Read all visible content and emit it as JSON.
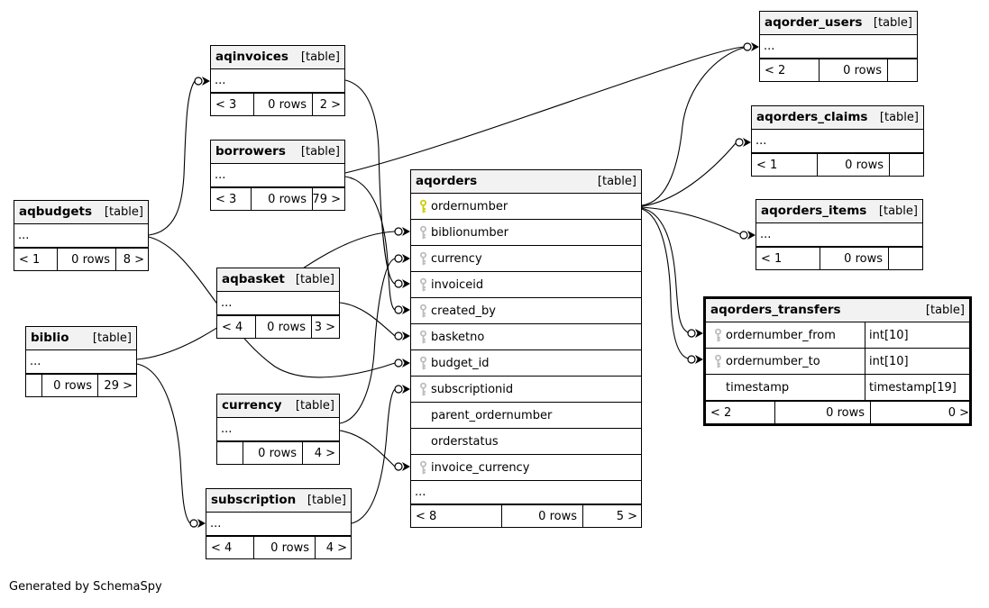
{
  "footer_note": "Generated by SchemaSpy",
  "colors": {
    "pk_key": "#cccc00",
    "fk_key": "#bcbcbc",
    "header_bg": "#f2f2f2",
    "border": "#000000",
    "line": "#000000",
    "bg": "#ffffff"
  },
  "tables": [
    {
      "id": "aqinvoices",
      "name": "aqinvoices",
      "tag": "[table]",
      "rows": [
        {
          "label": "...",
          "icon": "none"
        }
      ],
      "footer": [
        "< 3",
        "0 rows",
        "2 >"
      ],
      "emphasized": false
    },
    {
      "id": "borrowers",
      "name": "borrowers",
      "tag": "[table]",
      "rows": [
        {
          "label": "...",
          "icon": "none"
        }
      ],
      "footer": [
        "< 3",
        "0 rows",
        "79 >"
      ],
      "emphasized": false
    },
    {
      "id": "aqbudgets",
      "name": "aqbudgets",
      "tag": "[table]",
      "rows": [
        {
          "label": "...",
          "icon": "none"
        }
      ],
      "footer": [
        "< 1",
        "0 rows",
        "8 >"
      ],
      "emphasized": false
    },
    {
      "id": "aqbasket",
      "name": "aqbasket",
      "tag": "[table]",
      "rows": [
        {
          "label": "...",
          "icon": "none"
        }
      ],
      "footer": [
        "< 4",
        "0 rows",
        "3 >"
      ],
      "emphasized": false
    },
    {
      "id": "biblio",
      "name": "biblio",
      "tag": "[table]",
      "rows": [
        {
          "label": "...",
          "icon": "none"
        }
      ],
      "footer": [
        "",
        "0 rows",
        "29 >"
      ],
      "emphasized": false
    },
    {
      "id": "currency",
      "name": "currency",
      "tag": "[table]",
      "rows": [
        {
          "label": "...",
          "icon": "none"
        }
      ],
      "footer": [
        "",
        "0 rows",
        "4 >"
      ],
      "emphasized": false
    },
    {
      "id": "subscription",
      "name": "subscription",
      "tag": "[table]",
      "rows": [
        {
          "label": "...",
          "icon": "none"
        }
      ],
      "footer": [
        "< 4",
        "0 rows",
        "4 >"
      ],
      "emphasized": false
    },
    {
      "id": "aqorders",
      "name": "aqorders",
      "tag": "[table]",
      "rows": [
        {
          "label": "ordernumber",
          "icon": "pk"
        },
        {
          "label": "biblionumber",
          "icon": "fk"
        },
        {
          "label": "currency",
          "icon": "fk"
        },
        {
          "label": "invoiceid",
          "icon": "fk"
        },
        {
          "label": "created_by",
          "icon": "fk"
        },
        {
          "label": "basketno",
          "icon": "fk"
        },
        {
          "label": "budget_id",
          "icon": "fk"
        },
        {
          "label": "subscriptionid",
          "icon": "fk"
        },
        {
          "label": "parent_ordernumber",
          "icon": "none"
        },
        {
          "label": "orderstatus",
          "icon": "none"
        },
        {
          "label": "invoice_currency",
          "icon": "fk"
        },
        {
          "label": "...",
          "icon": "none"
        }
      ],
      "footer": [
        "< 8",
        "0 rows",
        "5 >"
      ],
      "emphasized": false
    },
    {
      "id": "aqorder_users",
      "name": "aqorder_users",
      "tag": "[table]",
      "rows": [
        {
          "label": "...",
          "icon": "none"
        }
      ],
      "footer": [
        "< 2",
        "0 rows",
        ""
      ],
      "emphasized": false
    },
    {
      "id": "aqorders_claims",
      "name": "aqorders_claims",
      "tag": "[table]",
      "rows": [
        {
          "label": "...",
          "icon": "none"
        }
      ],
      "footer": [
        "< 1",
        "0 rows",
        ""
      ],
      "emphasized": false
    },
    {
      "id": "aqorders_items",
      "name": "aqorders_items",
      "tag": "[table]",
      "rows": [
        {
          "label": "...",
          "icon": "none"
        }
      ],
      "footer": [
        "< 1",
        "0 rows",
        ""
      ],
      "emphasized": false
    },
    {
      "id": "aqorders_transfers",
      "name": "aqorders_transfers",
      "tag": "[table]",
      "rows": [
        {
          "label": "ordernumber_from",
          "icon": "fk",
          "type": "int[10]"
        },
        {
          "label": "ordernumber_to",
          "icon": "fk",
          "type": "int[10]"
        },
        {
          "label": "timestamp",
          "icon": "none",
          "type": "timestamp[19]"
        }
      ],
      "footer": [
        "< 2",
        "0 rows",
        "0 >"
      ],
      "emphasized": true
    }
  ],
  "relationships": [
    {
      "parent": "aqbudgets",
      "child": "aqinvoices"
    },
    {
      "parent": "biblio",
      "child": "aqorders.biblionumber"
    },
    {
      "parent": "currency",
      "child": "aqorders.currency"
    },
    {
      "parent": "aqinvoices",
      "child": "aqorders.invoiceid"
    },
    {
      "parent": "borrowers",
      "child": "aqorders.created_by"
    },
    {
      "parent": "aqbasket",
      "child": "aqorders.basketno"
    },
    {
      "parent": "aqbudgets",
      "child": "aqorders.budget_id"
    },
    {
      "parent": "subscription",
      "child": "aqorders.subscriptionid"
    },
    {
      "parent": "currency",
      "child": "aqorders.invoice_currency"
    },
    {
      "parent": "biblio",
      "child": "subscription"
    },
    {
      "parent": "borrowers",
      "child": "aqorder_users"
    },
    {
      "parent": "aqorders",
      "child": "aqorder_users"
    },
    {
      "parent": "aqorders",
      "child": "aqorders_claims"
    },
    {
      "parent": "aqorders",
      "child": "aqorders_items"
    },
    {
      "parent": "aqorders",
      "child": "aqorders_transfers.ordernumber_from"
    },
    {
      "parent": "aqorders",
      "child": "aqorders_transfers.ordernumber_to"
    }
  ]
}
